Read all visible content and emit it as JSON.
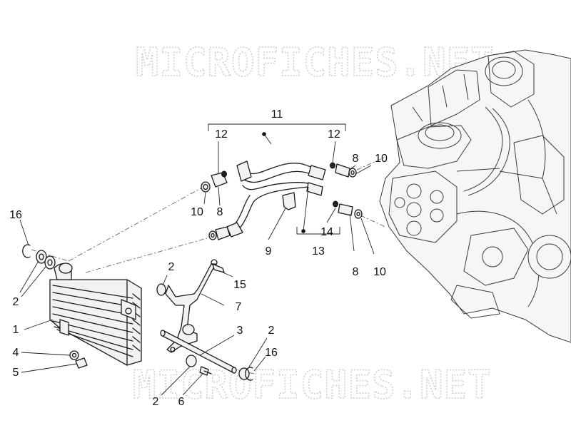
{
  "watermark": {
    "text": "MICROFICHES.NET"
  },
  "callouts": {
    "c1": "1",
    "c2": "2",
    "c3": "3",
    "c4": "4",
    "c5": "5",
    "c6": "6",
    "c7": "7",
    "c8": "8",
    "c9": "9",
    "c10": "10",
    "c11": "11",
    "c12": "12",
    "c13": "13",
    "c14": "14",
    "c15": "15",
    "c16": "16"
  }
}
